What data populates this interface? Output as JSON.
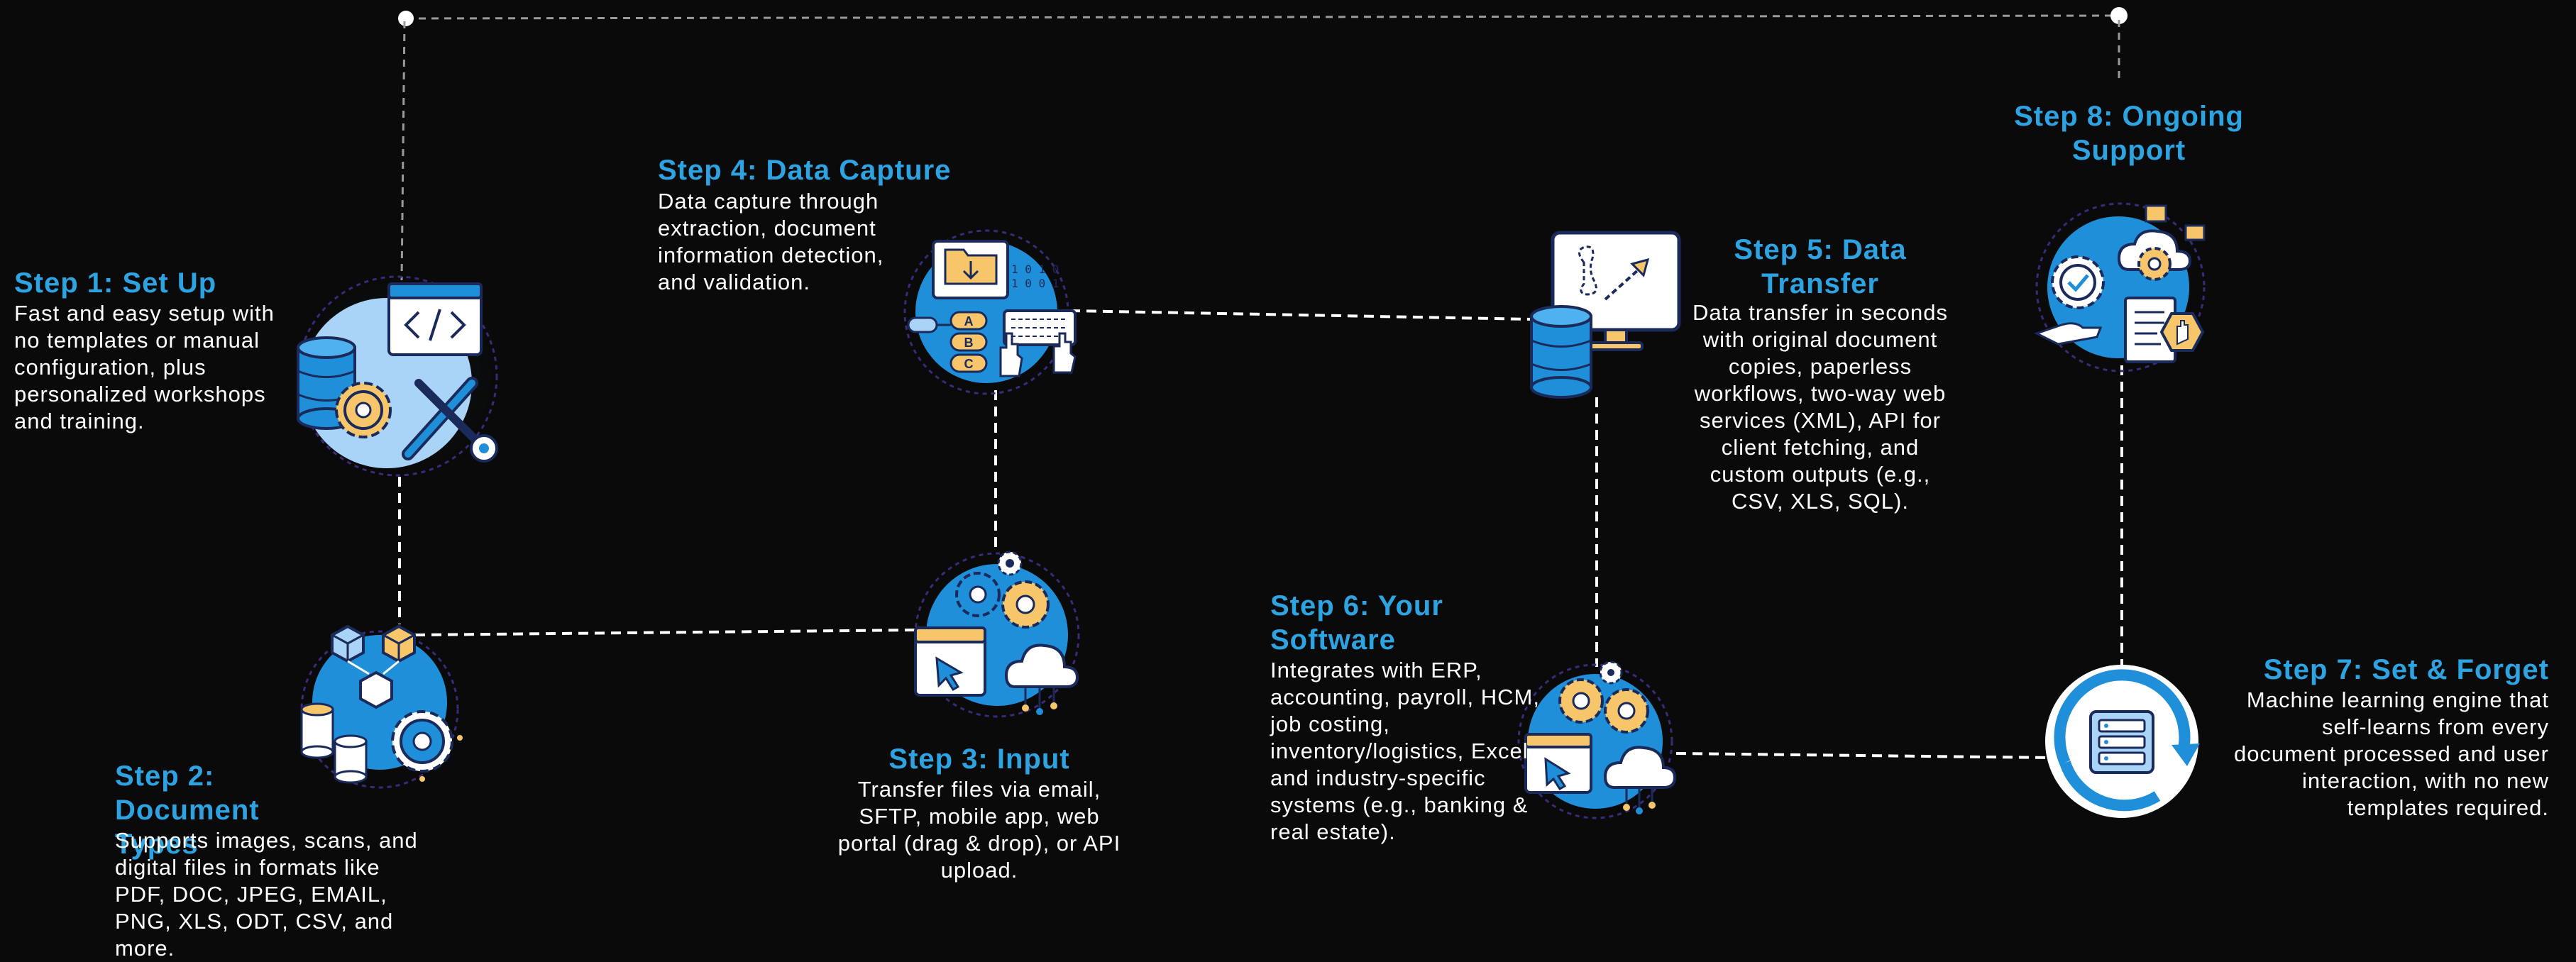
{
  "colors": {
    "background": "#0a0a0a",
    "title": "#2ea3e2",
    "text": "#ffffff",
    "connector": "#ffffff",
    "icon_primary": "#1e8fd8",
    "icon_light": "#a9d4f7",
    "icon_accent": "#f7c66a",
    "icon_outline": "#1a2a5a"
  },
  "steps": [
    {
      "title": "Step 1: Set Up",
      "description": "Fast and easy setup with no templates or manual configuration, plus personalized workshops and training.",
      "icon": "setup-code-gear-tools-icon"
    },
    {
      "title": "Step 2: Document Types",
      "description": "Supports images, scans, and digital files in formats like PDF, DOC, JPEG, EMAIL, PNG, XLS, ODT, CSV, and more.",
      "icon": "document-types-cubes-database-icon"
    },
    {
      "title": "Step 3: Input",
      "description": "Transfer files via email, SFTP, mobile app, web portal (drag & drop), or API upload.",
      "icon": "input-gears-cursor-cloud-icon"
    },
    {
      "title": "Step 4: Data Capture",
      "description": "Data capture through extraction, document information detection, and validation.",
      "icon": "data-capture-folder-keyboard-icon"
    },
    {
      "title": "Step 5: Data Transfer",
      "description": "Data transfer in seconds with original document copies, paperless workflows, two-way web services (XML), API for client fetching, and custom outputs (e.g., CSV, XLS, SQL).",
      "icon": "data-transfer-monitor-database-icon"
    },
    {
      "title": "Step 6: Your Software",
      "description": "Integrates with ERP, accounting, payroll, HCM, job costing, inventory/logistics, Excel, and industry-specific systems (e.g., banking & real estate).",
      "icon": "software-gears-cursor-cloud-icon"
    },
    {
      "title": "Step 7: Set & Forget",
      "description": "Machine learning engine that self-learns from every document processed and user interaction, with no new templates required.",
      "icon": "set-forget-server-refresh-icon"
    },
    {
      "title": "Step 8: Ongoing Support",
      "description": "",
      "icon": "ongoing-support-cloud-gears-hand-icon"
    }
  ]
}
